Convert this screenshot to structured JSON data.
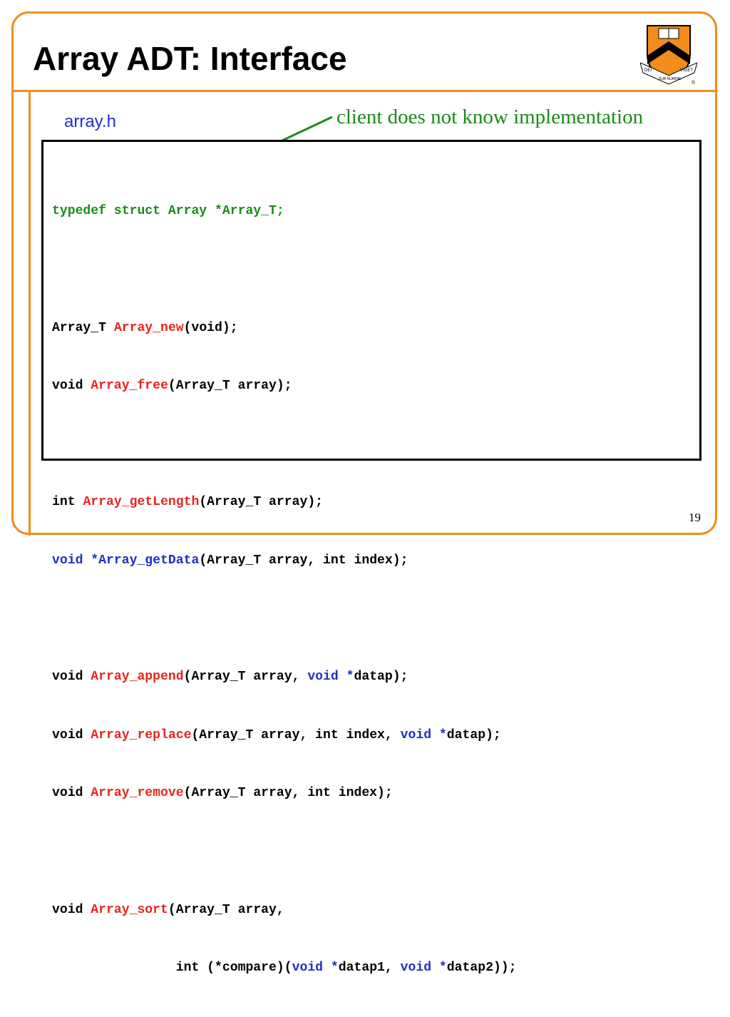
{
  "slide": {
    "title": "Array ADT: Interface",
    "filename": "array.h",
    "annotation": "client does not know implementation",
    "page_number": "19"
  },
  "logo": {
    "left_ribbon": "DEI",
    "right_ribbon": "VIGET",
    "bottom_ribbon": "SUB NUMINE",
    "registered_mark": "®"
  },
  "colors": {
    "frame_orange": "#f28c1c",
    "annotation_green": "#1a8a1a",
    "function_red": "#e8241c",
    "keyword_blue": "#1f2fc8"
  },
  "code": {
    "line1": {
      "a": "typedef struct Array *Array_T;"
    },
    "line3": {
      "a": "Array_T ",
      "b": "Array_new",
      "c": "(void);"
    },
    "line4": {
      "a": "void ",
      "b": "Array_free",
      "c": "(Array_T array);"
    },
    "line6": {
      "a": "int ",
      "b": "Array_getLength",
      "c": "(Array_T array);"
    },
    "line7": {
      "a": "void *Array_getData",
      "b": "(Array_T array, int index);"
    },
    "line9": {
      "a": "void ",
      "b": "Array_append",
      "c": "(Array_T array, ",
      "d": "void *",
      "e": "datap);"
    },
    "line10": {
      "a": "void ",
      "b": "Array_replace",
      "c": "(Array_T array, int index, ",
      "d": "void *",
      "e": "datap);"
    },
    "line11": {
      "a": "void ",
      "b": "Array_remove",
      "c": "(Array_T array, int index);"
    },
    "line13": {
      "a": "void ",
      "b": "Array_sort",
      "c": "(Array_T array,"
    },
    "line14": {
      "a": "                int (*compare)(",
      "b": "void *",
      "c": "datap1, ",
      "d": "void *",
      "e": "datap2));"
    }
  }
}
